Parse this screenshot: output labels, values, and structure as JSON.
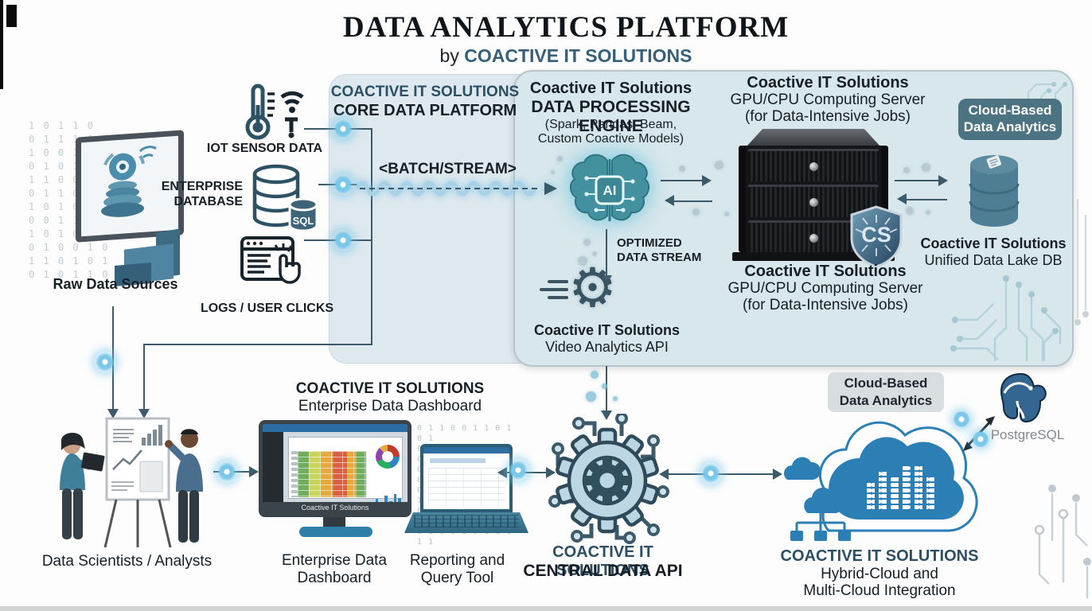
{
  "title": {
    "main": "DATA ANALYTICS PLATFORM",
    "by": "by",
    "brand": "COACTIVE IT SOLUTIONS"
  },
  "sources": {
    "raw_label": "Raw Data Sources",
    "iot_label": "IOT SENSOR DATA",
    "enterprise_line1": "ENTERPRISE",
    "enterprise_line2": "DATABASE",
    "sql_badge": "SQL",
    "logs_label": "LOGS / USER CLICKS"
  },
  "core_platform": {
    "brand": "COACTIVE IT SOLUTIONS",
    "name": "CORE DATA PLATFORM",
    "batch_stream": "<BATCH/STREAM>"
  },
  "engine": {
    "brand": "Coactive IT Solutions",
    "name": "DATA PROCESSING ENGINE",
    "models_line1": "(Spark, Pandas, Beam,",
    "models_line2": "Custom Coactive Models)",
    "chip": "AI"
  },
  "server_top": {
    "brand": "Coactive IT Solutions",
    "line1": "GPU/CPU Computing Server",
    "line2": "(for Data-Intensive Jobs)"
  },
  "server_bottom": {
    "brand": "Coactive IT Solutions",
    "line1": "GPU/CPU Computing Server",
    "line2": "(for Data-Intensive Jobs)"
  },
  "shield": {
    "monogram": "CS"
  },
  "cloud_badge_top": {
    "line1": "Cloud-Based",
    "line2": "Data Analytics"
  },
  "data_lake": {
    "brand": "Coactive IT Solutions",
    "name": "Unified Data Lake DB"
  },
  "stream": {
    "line1": "OPTIMIZED",
    "line2": "DATA STREAM"
  },
  "video_api": {
    "brand": "Coactive IT Solutions",
    "name": "Video Analytics API"
  },
  "analysts": {
    "label": "Data Scientists / Analysts"
  },
  "dashboard": {
    "heading_brand": "COACTIVE IT SOLUTIONS",
    "heading_name": "Enterprise Data Dashboard",
    "screen_caption": "Coactive IT Solutions",
    "label_line1": "Enterprise Data",
    "label_line2": "Dashboard"
  },
  "reporting": {
    "label_line1": "Reporting and",
    "label_line2": "Query Tool"
  },
  "central_api": {
    "brand": "COACTIVE IT SOLUTIONS",
    "name": "CENTRAL DATA API"
  },
  "cloud_badge_bottom": {
    "line1": "Cloud-Based",
    "line2": "Data Analytics"
  },
  "hybrid": {
    "brand": "COACTIVE IT SOLUTIONS",
    "line1": "Hybrid-Cloud and",
    "line2": "Multi-Cloud Integration"
  },
  "postgres": {
    "label": "PostgreSQL"
  },
  "icons": {
    "gear_glyph": "⚙"
  },
  "decor": {
    "binary_left": "1 0 1 1 0\n0 1 1 1 0 0\n1 0 0 1 1 0\n0 1 0 1 0 1\n1 1 0 0 1 0\n0 1 1 0 1 1\n1 0 1 0 0 1\n0 0 1 1 0 0\n1 0 1 0 1 1\n0 1 0 0 1 0\n1 1 0 1 0 1\n0 1 0 1 1 0",
    "binary_dash": "0 1 1 0 0 1 1 0 1 0 1\n0 1 0 0 0 1 0 0 1 0 0\n0 1 0 1 0 1 0 0 0 0 1\n0 0 1 1 0 1 0 1 0 1 0\n0 1 0 0 0 0 0 0 0 1 0\n1 1 0 0 1 0 1 1 0 1 1"
  },
  "colors": {
    "brand_teal": "#2c4f63",
    "panel_blue": "#d8e7ec",
    "accent_teal": "#43919f",
    "cloud_blue": "#2b7fb5",
    "badge_teal": "#4b7382",
    "ink": "#171f26"
  }
}
